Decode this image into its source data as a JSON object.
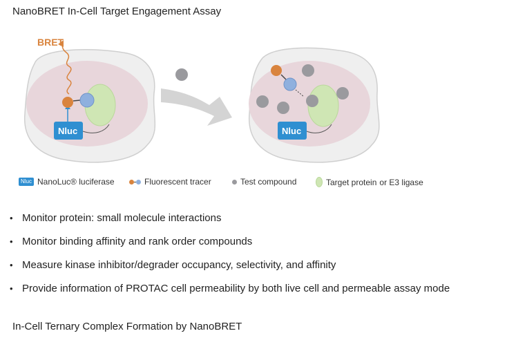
{
  "headings": {
    "top": "NanoBRET In-Cell Target Engagement Assay",
    "bottom": "In-Cell Ternary Complex Formation by NanoBRET"
  },
  "diagram": {
    "bret_label": "BRET",
    "nluc_label": "Nluc",
    "colors": {
      "cell": "#efefef",
      "cytoplasm": "#e8d6db",
      "target": "#cfe6b4",
      "nluc": "#2f8fd1",
      "tracer_orange": "#d9843e",
      "tracer_blue": "#8fb0de",
      "compound": "#9a9a9e",
      "arrow": "#d4d4d4"
    }
  },
  "legend": {
    "nluc_chip": "Nluc",
    "nluc_text": "NanoLuc® luciferase",
    "tracer_text": "Fluorescent tracer",
    "compound_text": "Test compound",
    "target_text": "Target protein",
    "target_text_2": "or E3 ligase"
  },
  "bullets": [
    "Monitor protein: small molecule interactions",
    "Monitor binding affinity and rank order compounds",
    "Measure kinase inhibitor/degrader occupancy, selectivity, and affinity",
    "Provide information of PROTAC cell permeability by both live cell and permeable assay mode"
  ]
}
